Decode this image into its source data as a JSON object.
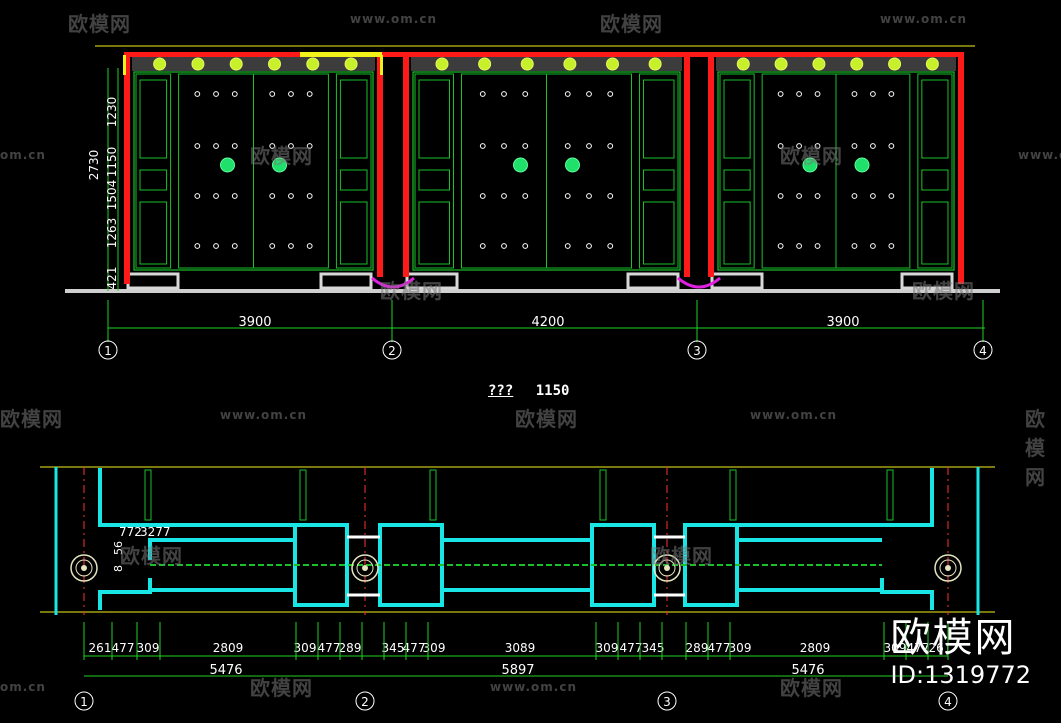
{
  "elevation": {
    "spans": [
      "3900",
      "4200",
      "3900"
    ],
    "vertical_dims": [
      "1230",
      "1150",
      "1504",
      "1263",
      "421"
    ],
    "total_height": "2730",
    "axes": [
      "1",
      "2",
      "3",
      "4"
    ]
  },
  "plan": {
    "title_symbol": "???",
    "title_scale": "1150",
    "top_dims": [
      "772",
      "3277"
    ],
    "left_dims": [
      "8",
      "56"
    ],
    "detail_dims": [
      "261",
      "477",
      "309",
      "2809",
      "309",
      "477",
      "289",
      "345",
      "477",
      "309",
      "3089",
      "309",
      "477",
      "345",
      "289",
      "477",
      "309",
      "2809",
      "309",
      "477",
      "261"
    ],
    "totals": [
      "5476",
      "5897",
      "5476"
    ],
    "axes": [
      "1",
      "2",
      "3",
      "4"
    ]
  },
  "watermark": {
    "logo_text": "欧模网",
    "url": "www.om.cn",
    "url_fragment": "om.cn",
    "id": "ID:1319772"
  },
  "colors": {
    "background": "#000000",
    "pillar": "#ff1a1a",
    "panel": "#19c02a",
    "dim": "#1fd11f",
    "plan_wall": "#19e5e5",
    "axis_line": "#ff3030",
    "accent_yellow": "#f2f21a",
    "magenta": "#e020e0"
  }
}
